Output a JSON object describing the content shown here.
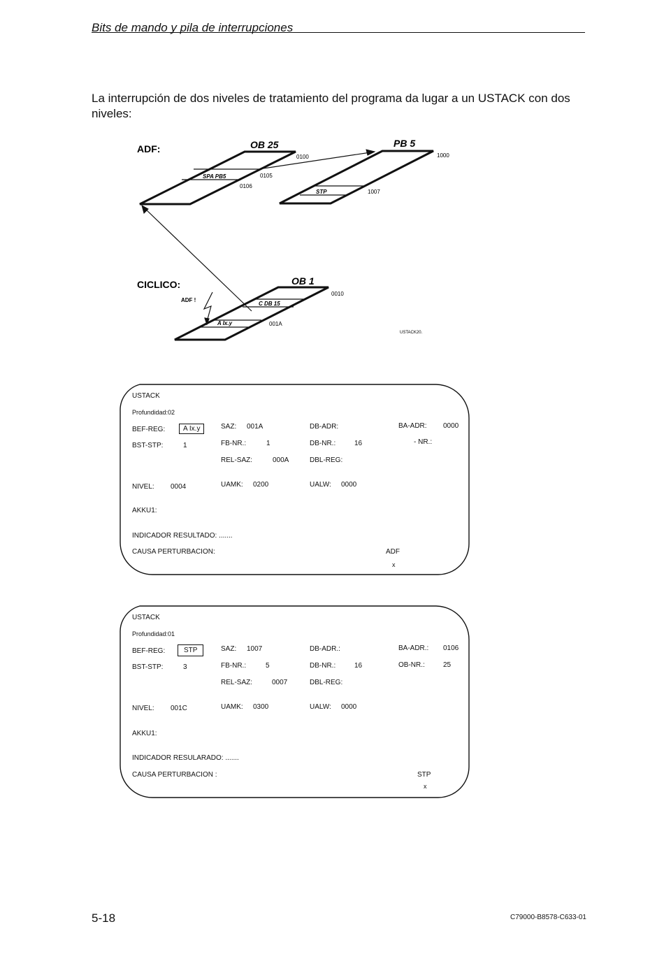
{
  "header": {
    "title": "Bits de mando y pila de interrupciones"
  },
  "intro": "La interrupción de dos niveles de tratamiento del programa da lugar a un USTACK con dos niveles:",
  "diagram": {
    "adf_label": "ADF:",
    "ciclico_label": "CICLICO:",
    "ob25": {
      "title": "OB 25",
      "addr_top": "0100",
      "instr": "SPA PB5",
      "addr_instr": "0105",
      "addr_next": "0106"
    },
    "pb5": {
      "title": "PB 5",
      "addr_top": "1000",
      "instr": "STP",
      "addr_instr": "1007"
    },
    "ob1": {
      "title": "OB 1",
      "addr_top": "0010",
      "instr1": "C DB 15",
      "instr2": "A Ix.y",
      "addr_instr2": "001A"
    },
    "interrupt_label": "ADF !",
    "figure_id": "USTACK20."
  },
  "ustack1": {
    "title": "USTACK",
    "profundidad": "Profundidad:02",
    "bef_reg_label": "BEF-REG:",
    "bef_reg_value": "A Ix.y",
    "bst_stp_label": "BST-STP:",
    "bst_stp_value": "1",
    "saz_label": "SAZ:",
    "saz_value": "001A",
    "fb_nr_label": "FB-NR.:",
    "fb_nr_value": "1",
    "rel_saz_label": "REL-SAZ:",
    "rel_saz_value": "000A",
    "db_adr_label": "DB-ADR:",
    "db_nr_label": "DB-NR.:",
    "db_nr_value": "16",
    "dbl_reg_label": "DBL-REG:",
    "ba_adr_label": "BA-ADR:",
    "ba_adr_value": "0000",
    "nr_label": "- NR.:",
    "nivel_label": "NIVEL:",
    "nivel_value": "0004",
    "uamk_label": "UAMK:",
    "uamk_value": "0200",
    "ualw_label": "UALW:",
    "ualw_value": "0000",
    "akku_label": "AKKU1:",
    "indicador": "INDICADOR RESULTADO: .......",
    "causa": "CAUSA PERTURBACION:",
    "causa_code": "ADF",
    "causa_mark": "x"
  },
  "ustack2": {
    "title": "USTACK",
    "profundidad": "Profundidad:01",
    "bef_reg_label": "BEF-REG:",
    "bef_reg_value": "STP",
    "bst_stp_label": "BST-STP:",
    "bst_stp_value": "3",
    "saz_label": "SAZ:",
    "saz_value": "1007",
    "fb_nr_label": "FB-NR.:",
    "fb_nr_value": "5",
    "rel_saz_label": "REL-SAZ:",
    "rel_saz_value": "0007",
    "db_adr_label": "DB-ADR.:",
    "db_nr_label": "DB-NR.:",
    "db_nr_value": "16",
    "dbl_reg_label": "DBL-REG:",
    "ba_adr_label": "BA-ADR.:",
    "ba_adr_value": "0106",
    "ob_nr_label": "OB-NR.:",
    "ob_nr_value": "25",
    "nivel_label": "NIVEL:",
    "nivel_value": "001C",
    "uamk_label": "UAMK:",
    "uamk_value": "0300",
    "ualw_label": "UALW:",
    "ualw_value": "0000",
    "akku_label": "AKKU1:",
    "indicador": "INDICADOR RESULARADO: .......",
    "causa": "CAUSA PERTURBACION :",
    "causa_code": "STP",
    "causa_mark": "x"
  },
  "footer": {
    "page_number": "5-18",
    "doc_code": "C79000-B8578-C633-01"
  }
}
